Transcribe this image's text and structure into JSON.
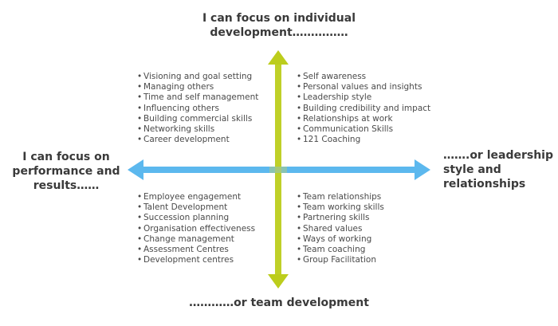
{
  "colors": {
    "horizontal_axis": "#5cb8ee",
    "vertical_axis": "#bccd1c",
    "text": "#3a3a3a"
  },
  "poles": {
    "top": "I can focus on individual\ndevelopment……………",
    "bottom": "…………or team development",
    "left": "I can focus on\nperformance and\nresults……",
    "right": "…….or leadership\nstyle and\nrelationships"
  },
  "quadrants": {
    "top_left": [
      "Visioning and goal setting",
      "Managing others",
      "Time and self management",
      "Influencing others",
      "Building commercial skills",
      "Networking skills",
      "Career development"
    ],
    "top_right": [
      "Self awareness",
      "Personal values and insights",
      "Leadership style",
      "Building credibility and impact",
      "Relationships at work",
      "Communication Skills",
      "121 Coaching"
    ],
    "bottom_left": [
      "Employee engagement",
      "Talent Development",
      "Succession planning",
      "Organisation effectiveness",
      "Change management",
      "Assessment Centres",
      "Development centres"
    ],
    "bottom_right": [
      "Team relationships",
      "Team working skills",
      "Partnering skills",
      "Shared values",
      "Ways of working",
      "Team coaching",
      "Group Facilitation"
    ]
  }
}
